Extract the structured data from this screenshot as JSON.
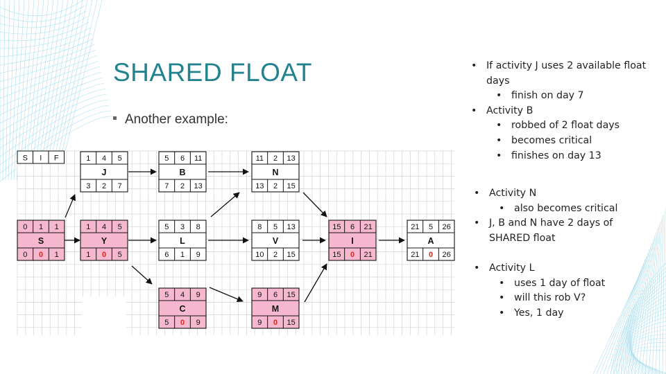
{
  "slide": {
    "title": "SHARED FLOAT",
    "bullet": "Another example:"
  },
  "legend": [
    "S",
    "I",
    "F"
  ],
  "nodes": [
    {
      "id": "J",
      "top": [
        "1",
        "4",
        "5"
      ],
      "bottom": [
        "3",
        "2",
        "7"
      ],
      "critical": false
    },
    {
      "id": "B",
      "top": [
        "5",
        "6",
        "11"
      ],
      "bottom": [
        "7",
        "2",
        "13"
      ],
      "critical": false
    },
    {
      "id": "N",
      "top": [
        "11",
        "2",
        "13"
      ],
      "bottom": [
        "13",
        "2",
        "15"
      ],
      "critical": false
    },
    {
      "id": "S",
      "top": [
        "0",
        "1",
        "1"
      ],
      "bottom": [
        "0",
        "0",
        "1"
      ],
      "critical": true
    },
    {
      "id": "Y",
      "top": [
        "1",
        "4",
        "5"
      ],
      "bottom": [
        "1",
        "0",
        "5"
      ],
      "critical": true
    },
    {
      "id": "L",
      "top": [
        "5",
        "3",
        "8"
      ],
      "bottom": [
        "6",
        "1",
        "9"
      ],
      "critical": false
    },
    {
      "id": "V",
      "top": [
        "8",
        "5",
        "13"
      ],
      "bottom": [
        "10",
        "2",
        "15"
      ],
      "critical": false
    },
    {
      "id": "I",
      "top": [
        "15",
        "6",
        "21"
      ],
      "bottom": [
        "15",
        "0",
        "21"
      ],
      "critical": true
    },
    {
      "id": "A",
      "top": [
        "21",
        "5",
        "26"
      ],
      "bottom": [
        "21",
        "0",
        "26"
      ],
      "critical": false
    },
    {
      "id": "C",
      "top": [
        "5",
        "4",
        "9"
      ],
      "bottom": [
        "5",
        "0",
        "9"
      ],
      "critical": true
    },
    {
      "id": "M",
      "top": [
        "9",
        "6",
        "15"
      ],
      "bottom": [
        "9",
        "0",
        "15"
      ],
      "critical": true
    }
  ],
  "notes": {
    "group1": {
      "l1": "If activity J uses 2 available float",
      "l1b": "days",
      "l2": "finish on day 7",
      "l3": "Activity B",
      "l4": "robbed of 2 float days",
      "l5": "becomes critical",
      "l6": "finishes on day 13"
    },
    "group2": {
      "l1": "Activity N",
      "l2": "also becomes critical",
      "l3": "J, B and N have 2 days of",
      "l3b": "SHARED float"
    },
    "group3": {
      "l1": "Activity L",
      "l2": "uses 1 day of float",
      "l3": "will this rob V?",
      "l4": "Yes, 1 day"
    }
  },
  "colors": {
    "title": "#22838f",
    "critical_fill": "#f6b8cf",
    "zero_float": "#e0261b",
    "grid": "#d4d4d4",
    "deco_lines": "#8fd3e6"
  }
}
